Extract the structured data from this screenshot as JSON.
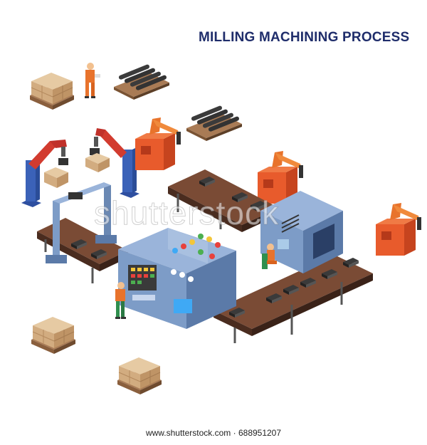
{
  "title": "MILLING MACHINING PROCESS",
  "watermark": "shutterstock",
  "footer": "www.shutterstock.com · 688951207",
  "colors": {
    "title": "#1f2d6b",
    "conveyor": "#7a4b35",
    "machine_blue": "#7d9cc7",
    "robot_orange": "#e8732c",
    "robot_red": "#c63a2d",
    "box": "#d7b58c",
    "pallet": "#a97b55",
    "worker_vest": "#e8732c"
  },
  "icons": [
    "cardboard-box-stack-icon",
    "robot-arm-icon",
    "conveyor-belt-icon",
    "control-panel-icon",
    "worker-icon",
    "cnc-milling-machine-icon",
    "scanner-gate-icon",
    "metal-part-icon"
  ]
}
